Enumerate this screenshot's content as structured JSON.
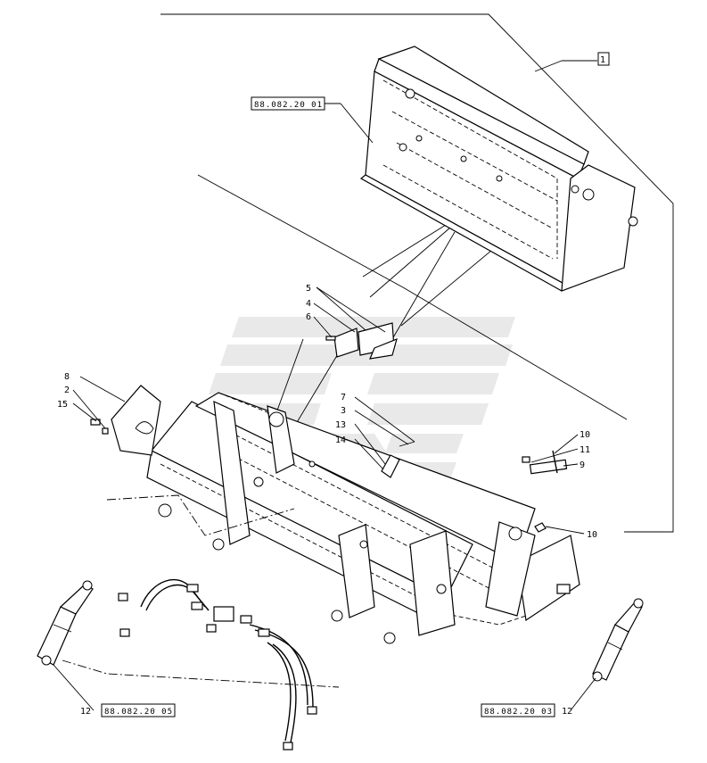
{
  "diagram": {
    "references": {
      "bucket_top": "88.082.20 01",
      "cylinder_left": "88.082.20 05",
      "cylinder_right": "88.082.20 03"
    },
    "callouts": {
      "item_1": "1",
      "item_2": "2",
      "item_3": "3",
      "item_4": "4",
      "item_5": "5",
      "item_6": "6",
      "item_7": "7",
      "item_8": "8",
      "item_9": "9",
      "item_10_top": "10",
      "item_10_side": "10",
      "item_11": "11",
      "item_12_left": "12",
      "item_12_right": "12",
      "item_13": "13",
      "item_14": "14",
      "item_15": "15"
    }
  }
}
